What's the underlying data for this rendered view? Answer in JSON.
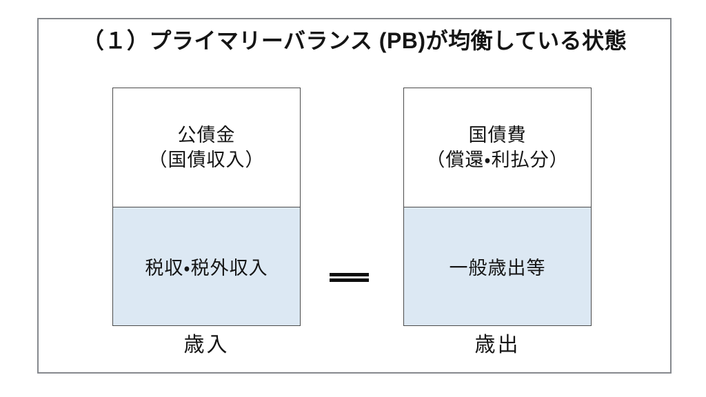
{
  "title": "（１）プライマリーバランス (PB)が均衡している状態",
  "left_column": {
    "box_top": "公債金\n（国債収入）",
    "box_bottom": "税収・税外収入",
    "caption": "歳入"
  },
  "right_column": {
    "box_top": "国債費\n（償還・利払分）",
    "box_bottom": "一般歳出等",
    "caption": "歳出"
  },
  "equals_symbol": "＝",
  "colors": {
    "fill_blue": "#dce8f3",
    "box_border": "#4a4a4a",
    "outer_border": "#85888d",
    "text_color": "#151515"
  }
}
